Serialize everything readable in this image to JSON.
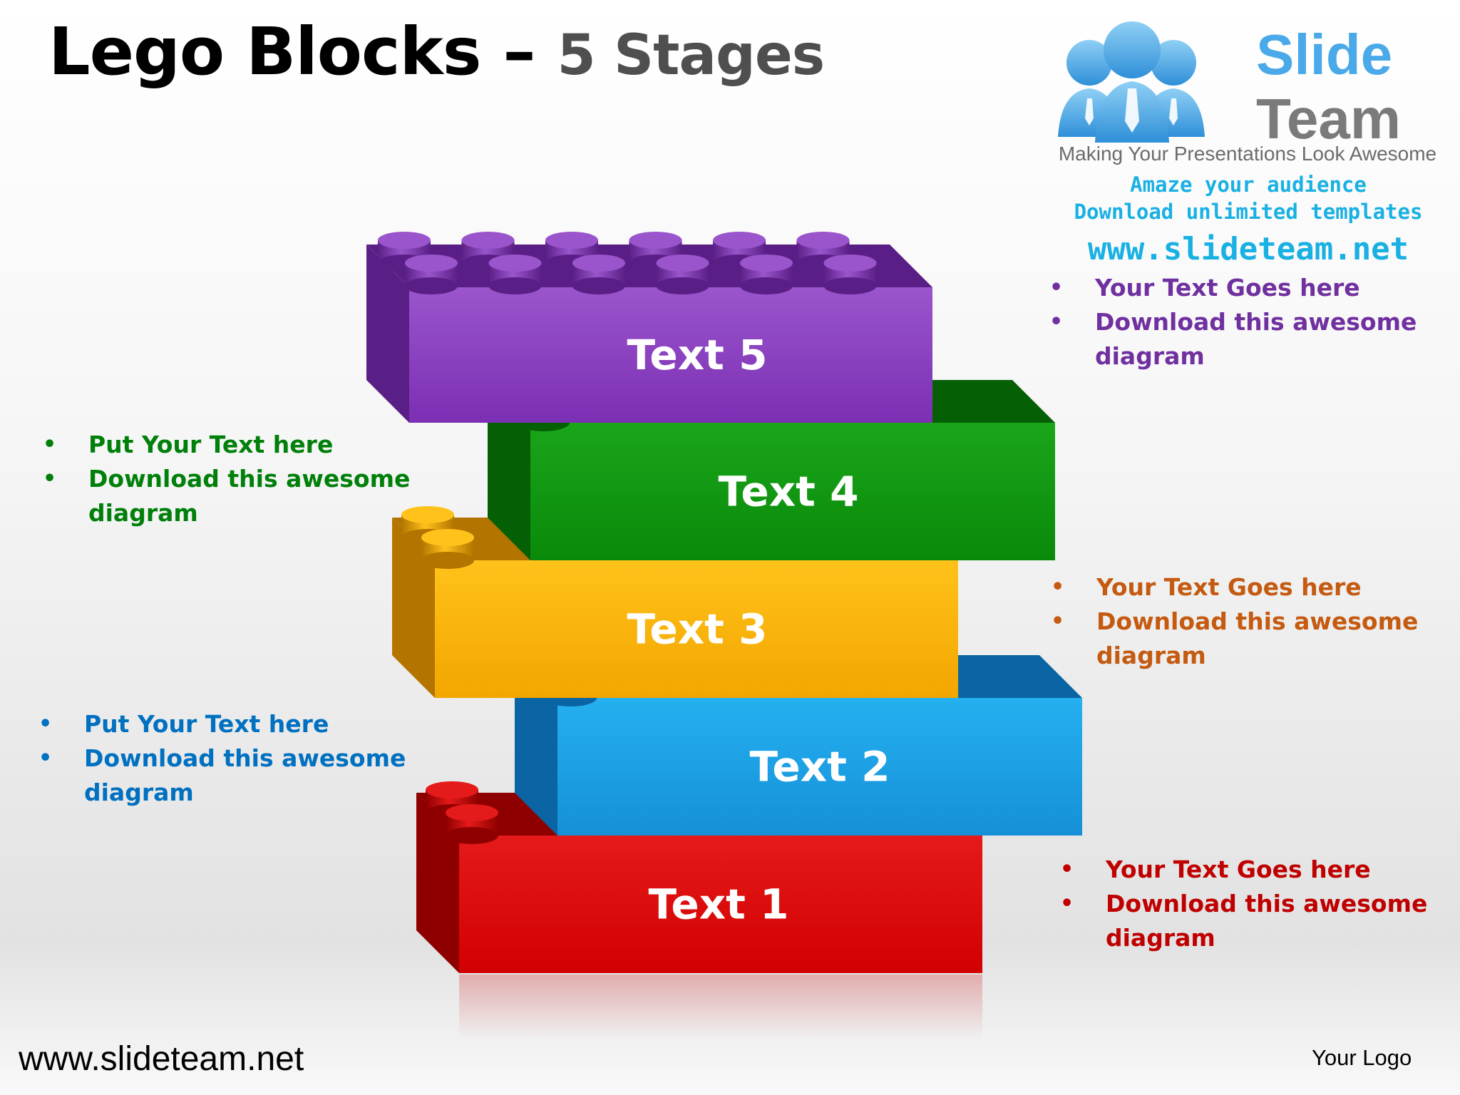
{
  "slide": {
    "title": "Lego Blocks",
    "title_dash": " – ",
    "title_sub": "5 Stages",
    "footer_url": "www.slideteam.net",
    "footer_logo": "Your Logo"
  },
  "logo": {
    "brand_line1": "Slide",
    "brand_line2": "Team",
    "tagline": "Making Your Presentations Look Awesome",
    "promo_line1": "Amaze your audience",
    "promo_line2": "Download unlimited templates",
    "promo_url": "www.slideteam.net",
    "colors": {
      "people": "#4aa9e8",
      "brand_line1": "#4aa9e8",
      "brand_line2": "#7a7a7a",
      "promo": "#19b0e3"
    }
  },
  "blocks": [
    {
      "label": "Text 5",
      "color": "#7b2fb3",
      "color_dark": "#5a1f86",
      "color_light": "#9a55cc"
    },
    {
      "label": "Text 4",
      "color": "#0a8a0a",
      "color_dark": "#056005",
      "color_light": "#1aa51a"
    },
    {
      "label": "Text 3",
      "color": "#f2a600",
      "color_dark": "#b37400",
      "color_light": "#ffc21a"
    },
    {
      "label": "Text 2",
      "color": "#1590d8",
      "color_dark": "#0b64a3",
      "color_light": "#25b0f0"
    },
    {
      "label": "Text 1",
      "color": "#d20000",
      "color_dark": "#8e0000",
      "color_light": "#e51a1a"
    }
  ],
  "bullets": {
    "purple": {
      "items": [
        "Your Text Goes here",
        "Download this awesome diagram"
      ],
      "color": "#7030a0"
    },
    "green": {
      "items": [
        "Put Your Text  here",
        "Download this awesome diagram"
      ],
      "color": "#00800a"
    },
    "orange": {
      "items": [
        "Your Text Goes here",
        "Download this awesome diagram"
      ],
      "color": "#c55a11"
    },
    "blue": {
      "items": [
        "Put Your Text  here",
        "Download this awesome diagram"
      ],
      "color": "#0070c0"
    },
    "red": {
      "items": [
        "Your Text Goes here",
        "Download this awesome diagram"
      ],
      "color": "#c00000"
    }
  }
}
